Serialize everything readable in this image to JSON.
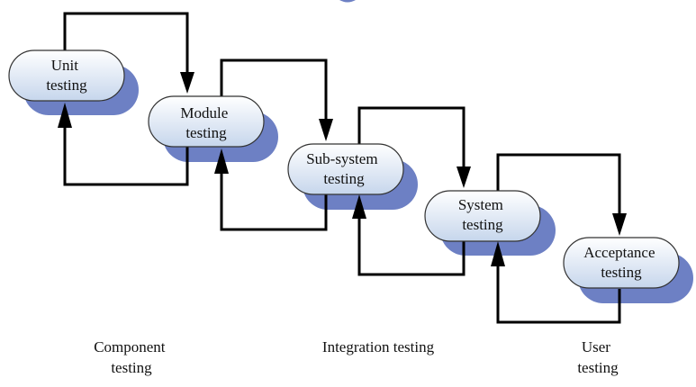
{
  "stages": [
    {
      "id": "unit",
      "label_lines": [
        "Unit",
        "testing"
      ]
    },
    {
      "id": "module",
      "label_lines": [
        "Module",
        "testing"
      ]
    },
    {
      "id": "subsystem",
      "label_lines": [
        "Sub-system",
        "testing"
      ]
    },
    {
      "id": "system",
      "label_lines": [
        "System",
        "testing"
      ]
    },
    {
      "id": "acceptance",
      "label_lines": [
        "Acceptance",
        "testing"
      ]
    }
  ],
  "groups": {
    "component": {
      "lines": [
        "Component",
        "testing"
      ]
    },
    "integration": {
      "lines": [
        "Integration testing"
      ]
    },
    "user": {
      "lines": [
        "User",
        "testing"
      ]
    }
  },
  "colors": {
    "box_fill_light": "#ffffff",
    "box_fill_dark": "#c6d6ec",
    "shadow": "#6d80c4",
    "line": "#000000"
  }
}
